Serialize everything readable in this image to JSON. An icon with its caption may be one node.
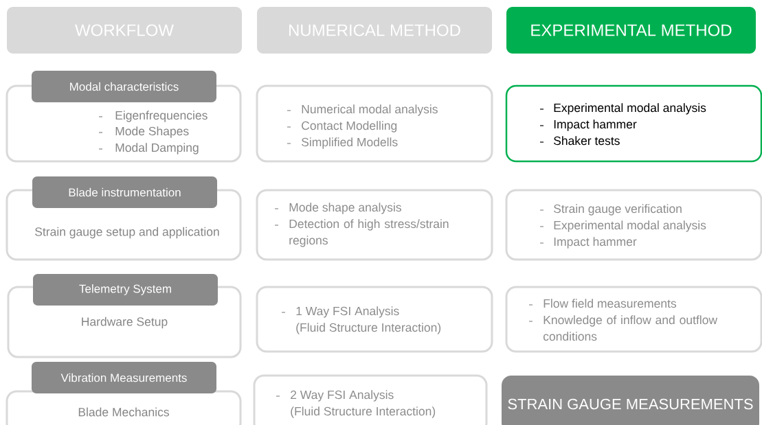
{
  "diagram": {
    "nodes": [
      {
        "text": [
          "WORKFLOW"
        ]
      },
      {
        "text": [
          "NUMERICAL METHOD"
        ]
      },
      {
        "text": [
          "EXPERIMENTAL METHOD"
        ]
      },
      {
        "text": [
          "Modal characteristics",
          "Eigenfrequencies",
          "Mode Shapes",
          "Modal Damping"
        ]
      },
      {
        "text": [
          "Numerical modal analysis",
          "Contact Modelling",
          "Simplified Modells"
        ]
      },
      {
        "text": [
          "Experimental modal analysis",
          "Impact hammer",
          "Shaker tests"
        ]
      },
      {
        "text": [
          "Blade instrumentation",
          "Strain gauge setup and application"
        ]
      },
      {
        "text": [
          "Mode shape analysis",
          "Detection of high stress/strain regions"
        ]
      },
      {
        "text": [
          "Strain gauge verification",
          "Experimental modal analysis",
          "Impact hammer"
        ]
      },
      {
        "text": [
          "Telemetry System",
          "Hardware Setup"
        ]
      },
      {
        "text": [
          "1 Way FSI Analysis",
          "(Fluid Structure Interaction)"
        ]
      },
      {
        "text": [
          "Flow field measurements",
          "Knowledge of inflow and outflow conditions"
        ]
      },
      {
        "text": [
          "Vibration Measurements",
          "Blade Mechanics"
        ]
      },
      {
        "text": [
          "2 Way FSI Analysis",
          "(Fluid Structure Interaction)"
        ]
      },
      {
        "text": [
          "STRAIN GAUGE MEASUREMENTS"
        ]
      }
    ]
  }
}
